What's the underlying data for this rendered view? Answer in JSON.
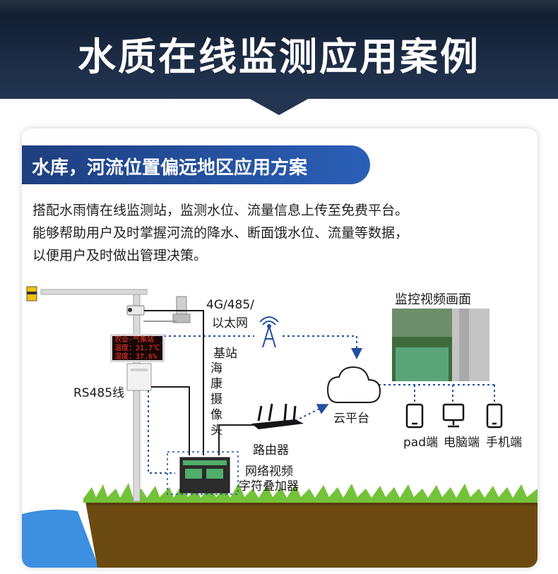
{
  "header": {
    "title": "水质在线监测应用案例"
  },
  "section": {
    "title": "水库，河流位置偏远地区应用方案"
  },
  "description": [
    "搭配水雨情在线监测站，监测水位、流量信息上传至免费平台。",
    "能够帮助用户及时掌握河流的降水、断面饿水位、流量等数据，",
    "以便用户及时做出管理决策。"
  ],
  "diagram": {
    "network_label": [
      "4G/485/",
      "以太网"
    ],
    "base_station": "基站",
    "camera_label_vertical": [
      "海",
      "康",
      "摄",
      "像",
      "头"
    ],
    "rs485_label": "RS485线",
    "router_label": "路由器",
    "overlay_label": [
      "网络视频",
      "字符叠加器"
    ],
    "cloud_label": "云平台",
    "monitor_title": "监控视频画面",
    "devices": [
      "pad端",
      "电脑端",
      "手机端"
    ],
    "led_lines": [
      "农业·气象站",
      "温度：21.7℃",
      "湿度：37.6%"
    ]
  },
  "colors": {
    "header_bg": "#1c2c45",
    "section_bg": "#2a5fb7",
    "link_line": "#1f4fa0",
    "ground": "#6b4a12",
    "grass": "#74c23a",
    "water": "#3d8fe0"
  }
}
